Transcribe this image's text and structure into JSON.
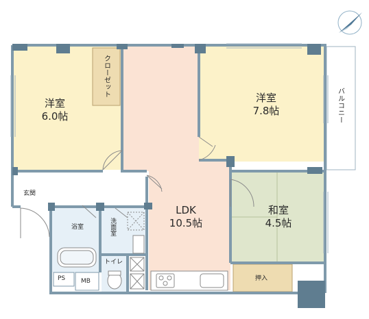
{
  "rooms": {
    "western_left": {
      "name": "洋室",
      "size": "6.0帖"
    },
    "western_right": {
      "name": "洋室",
      "size": "7.8帖"
    },
    "ldk": {
      "name": "LDK",
      "size": "10.5帖"
    },
    "japanese": {
      "name": "和室",
      "size": "4.5帖"
    }
  },
  "labels": {
    "closet": "クローゼット",
    "balcony": "バルコニー",
    "entrance": "玄関",
    "bathroom": "浴室",
    "washroom": "洗面室",
    "toilet": "トイレ",
    "ps": "PS",
    "mb": "MB",
    "oshiire": "押入"
  },
  "colors": {
    "wall": "#7f9aab",
    "western": "#fcf2c9",
    "ldk": "#fbe3d4",
    "japanese": "#dfe6cc",
    "closet": "#eedcb1",
    "wet": "#e6f0f7",
    "wall_dark": "#5f7d90"
  },
  "compass_icon": "north-compass-icon"
}
